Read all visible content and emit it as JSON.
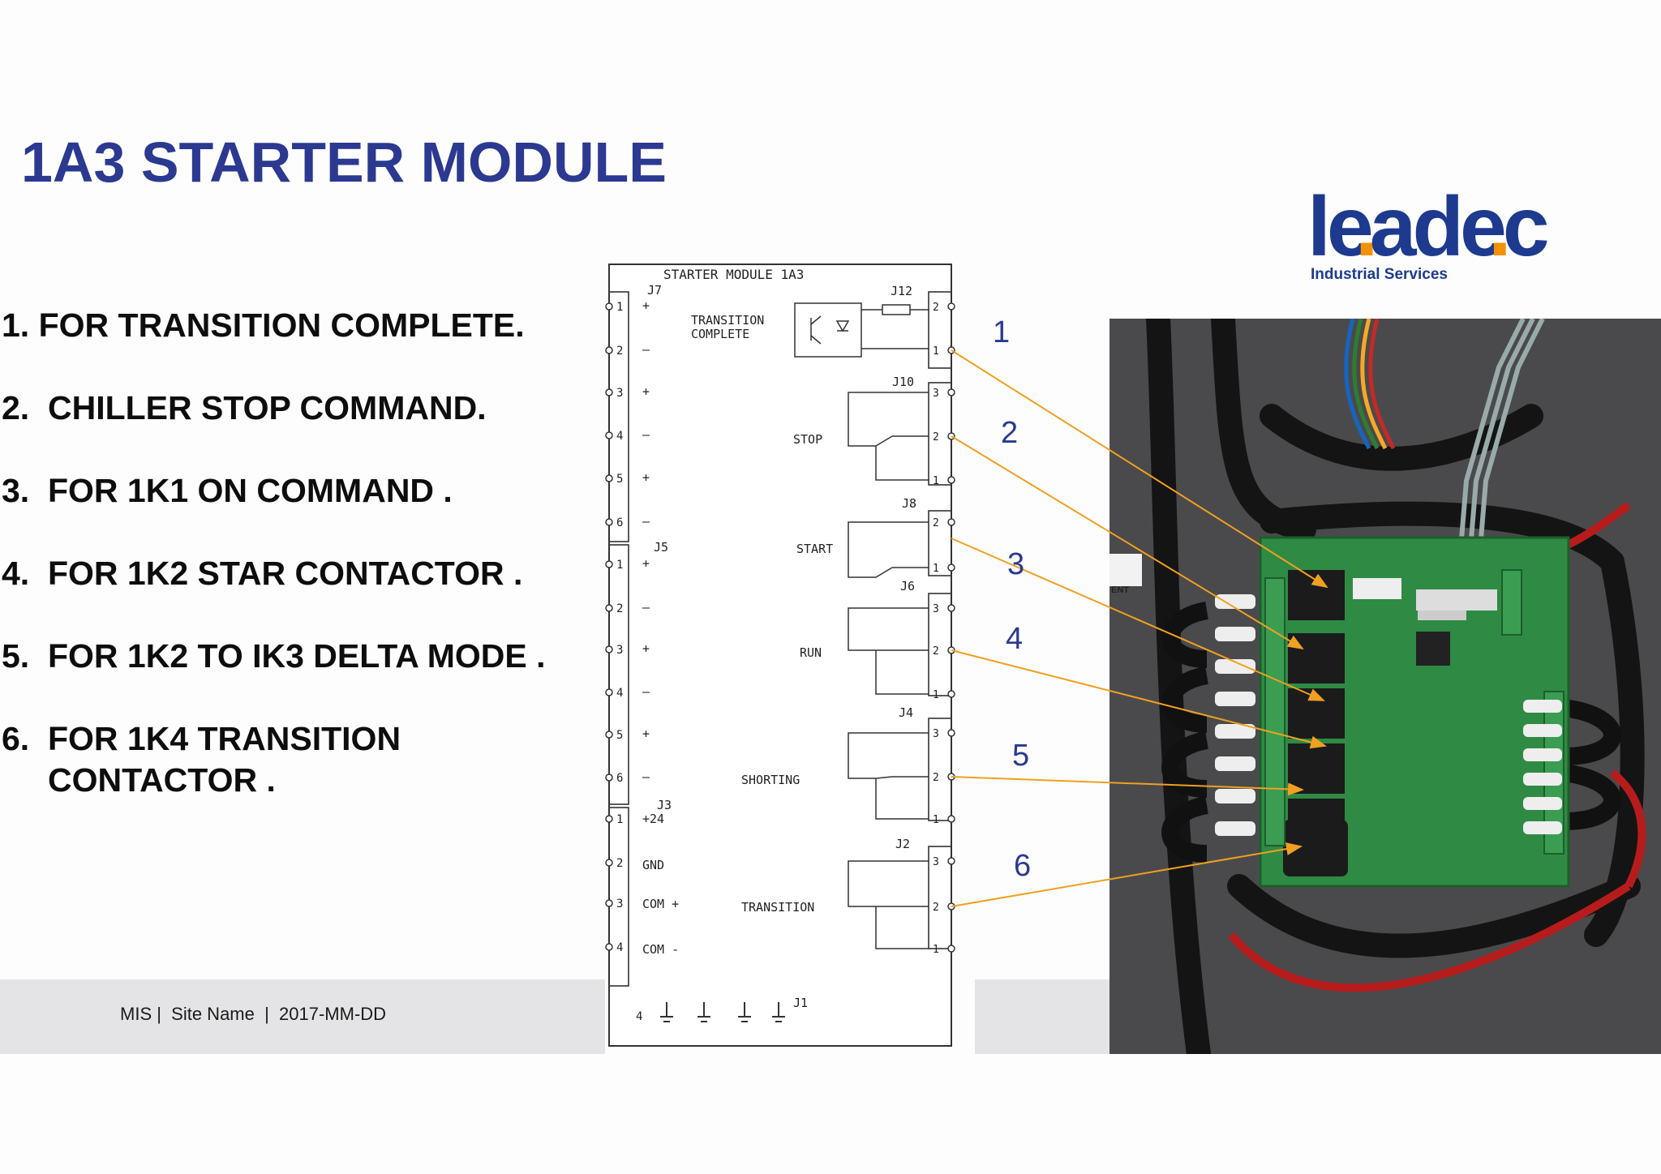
{
  "slide": {
    "title": "1A3 STARTER MODULE",
    "footer": "MIS |  Site Name  |  2017-MM-DD"
  },
  "logo": {
    "word": "leadec",
    "subtitle": "Industrial Services",
    "colors": {
      "primary": "#1d3a8f",
      "accent": "#f39200"
    }
  },
  "list_items": [
    "1. FOR TRANSITION COMPLETE.",
    "2.  CHILLER STOP COMMAND.",
    "3.  FOR 1K1 ON COMMAND .",
    "4.  FOR 1K2 STAR CONTACTOR .",
    "5.  FOR 1K2 TO IK3 DELTA MODE .",
    "6.  FOR 1K4 TRANSITION",
    "     CONTACTOR ."
  ],
  "schematic": {
    "title": "STARTER MODULE 1A3",
    "connectors": {
      "j7": "J7",
      "j5": "J5",
      "j3": "J3",
      "j1": "J1",
      "j12": "J12",
      "j10": "J10",
      "j8": "J8",
      "j6": "J6",
      "j4": "J4",
      "j2": "J2"
    },
    "relay_labels": {
      "transition_complete_1": "TRANSITION",
      "transition_complete_2": "COMPLETE",
      "stop": "STOP",
      "start": "START",
      "run": "RUN",
      "shorting": "SHORTING",
      "transition": "TRANSITION"
    },
    "j3_labels": {
      "p24": "+24",
      "gnd": "GND",
      "com_plus": "COM  +",
      "com_minus": "COM  -"
    },
    "j1_pin": "4"
  },
  "callout_numbers": [
    "1",
    "2",
    "3",
    "4",
    "5",
    "6"
  ],
  "photo_labels": [
    "ENT"
  ],
  "colors": {
    "title": "#2b3990",
    "arrow": "#f0a020",
    "callout": "#2b3990"
  }
}
